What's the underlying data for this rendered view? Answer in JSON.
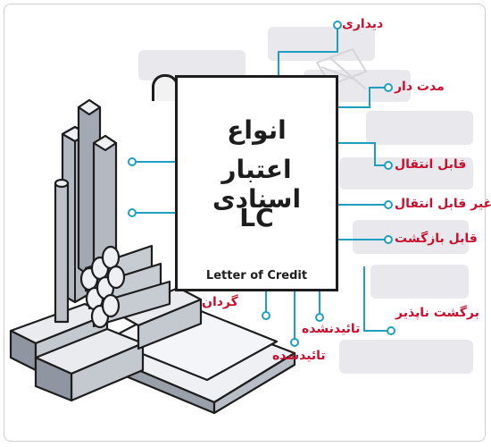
{
  "document": {
    "title_line1": "انواع",
    "title_line2": "اعتبار اسنادی",
    "title_line3": "LC",
    "subtitle": "Letter of Credit"
  },
  "labels": {
    "didari": "دیداری",
    "moddat_dar": "مدت دار",
    "ghabel_enteghal": "قابل انتقال",
    "gheir_ghabel_enteghal": "غیر قابل انتقال",
    "ghabel_bazgasht": "قابل بازگشت",
    "bazgasht_napazir": "برگشت ناپذیر",
    "gardan": "گردان",
    "taeed_nashode": "تائیدنشده",
    "taeed_shode": "تائیدشده"
  },
  "colors": {
    "label": "#c8102e",
    "connector": "#1e9fc2",
    "outline": "#1d1d1d",
    "backdrop": "#e8e8ec"
  }
}
